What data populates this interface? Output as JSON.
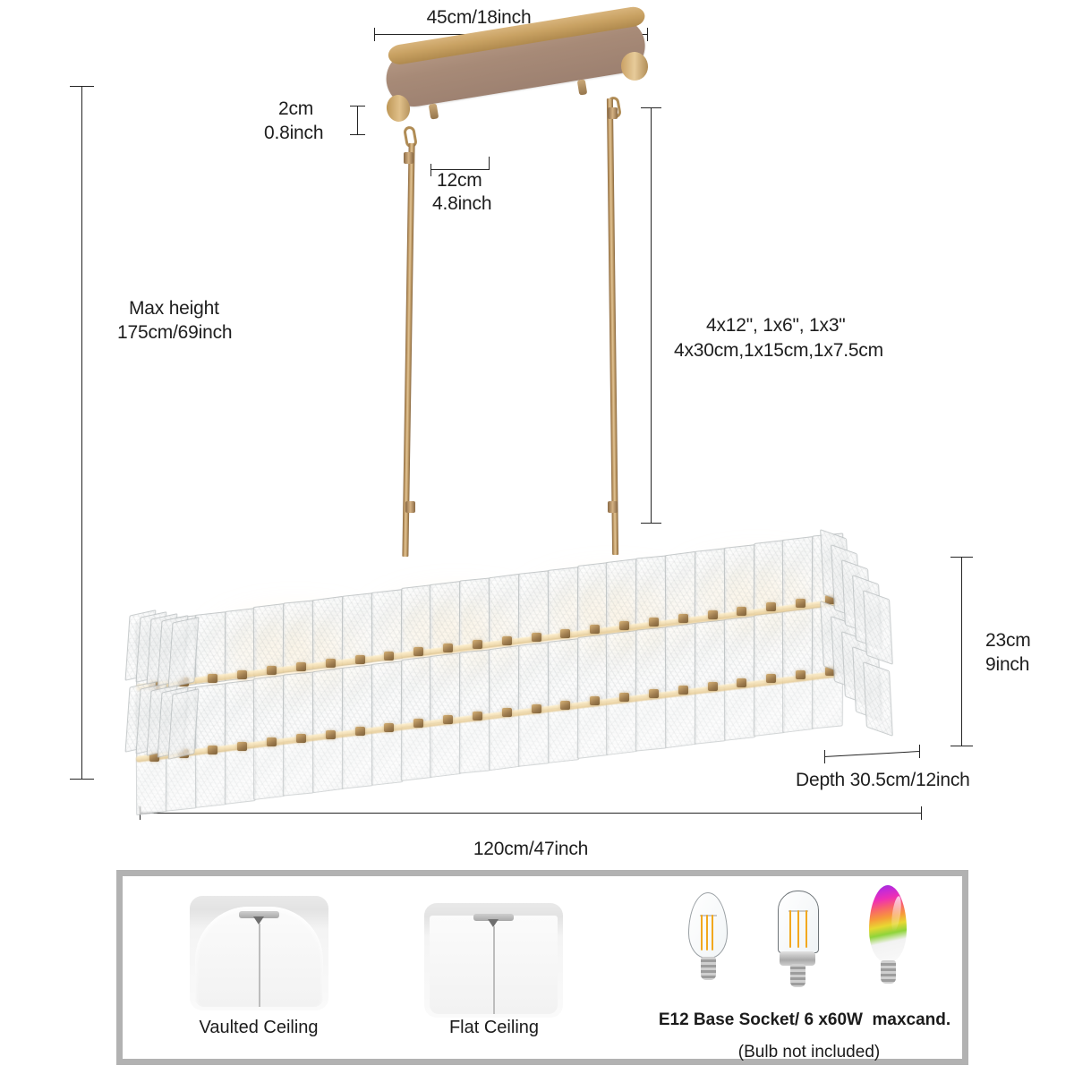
{
  "product": {
    "type": "linear-chandelier-dimension-diagram",
    "fixture_name": "rectangular glass tile linear chandelier"
  },
  "dimensions": {
    "canopy_width": "45cm/18inch",
    "canopy_thickness_line1": "2cm",
    "canopy_thickness_line2": "0.8inch",
    "canopy_hole_spacing_line1": "12cm",
    "canopy_hole_spacing_line2": "4.8inch",
    "max_height_line1": "Max height",
    "max_height_line2": "175cm/69inch",
    "rods_line1": "4x12\", 1x6\", 1x3\"",
    "rods_line2": "4x30cm,1x15cm,1x7.5cm",
    "body_height_line1": "23cm",
    "body_height_line2": "9inch",
    "depth": "Depth 30.5cm/12inch",
    "width": "120cm/47inch"
  },
  "install_panel": {
    "ceilings": [
      {
        "id": "vaulted",
        "label": "Vaulted Ceiling",
        "icon": "vaulted-ceiling-icon"
      },
      {
        "id": "flat",
        "label": "Flat Ceiling",
        "icon": "flat-ceiling-icon"
      }
    ],
    "bulbs": {
      "items": [
        {
          "id": "candelabra",
          "icon": "candelabra-filament-bulb-icon"
        },
        {
          "id": "tubular",
          "icon": "tubular-filament-bulb-icon"
        },
        {
          "id": "rgb",
          "icon": "rgb-smart-bulb-icon"
        }
      ],
      "socket_text": "E12 Base Socket/ 6 x60W  maxcand.",
      "note_text": "(Bulb not included)"
    }
  },
  "colors": {
    "brass_light": "#e2c495",
    "brass_mid": "#b9935e",
    "brass_dark": "#8a6a45",
    "canopy_face": "#a78a77",
    "glass": "#eef0f1",
    "glow": "#ffe8be",
    "line": "#252525",
    "panel_border": "#b2b2b2",
    "text": "#1e1e1e"
  }
}
